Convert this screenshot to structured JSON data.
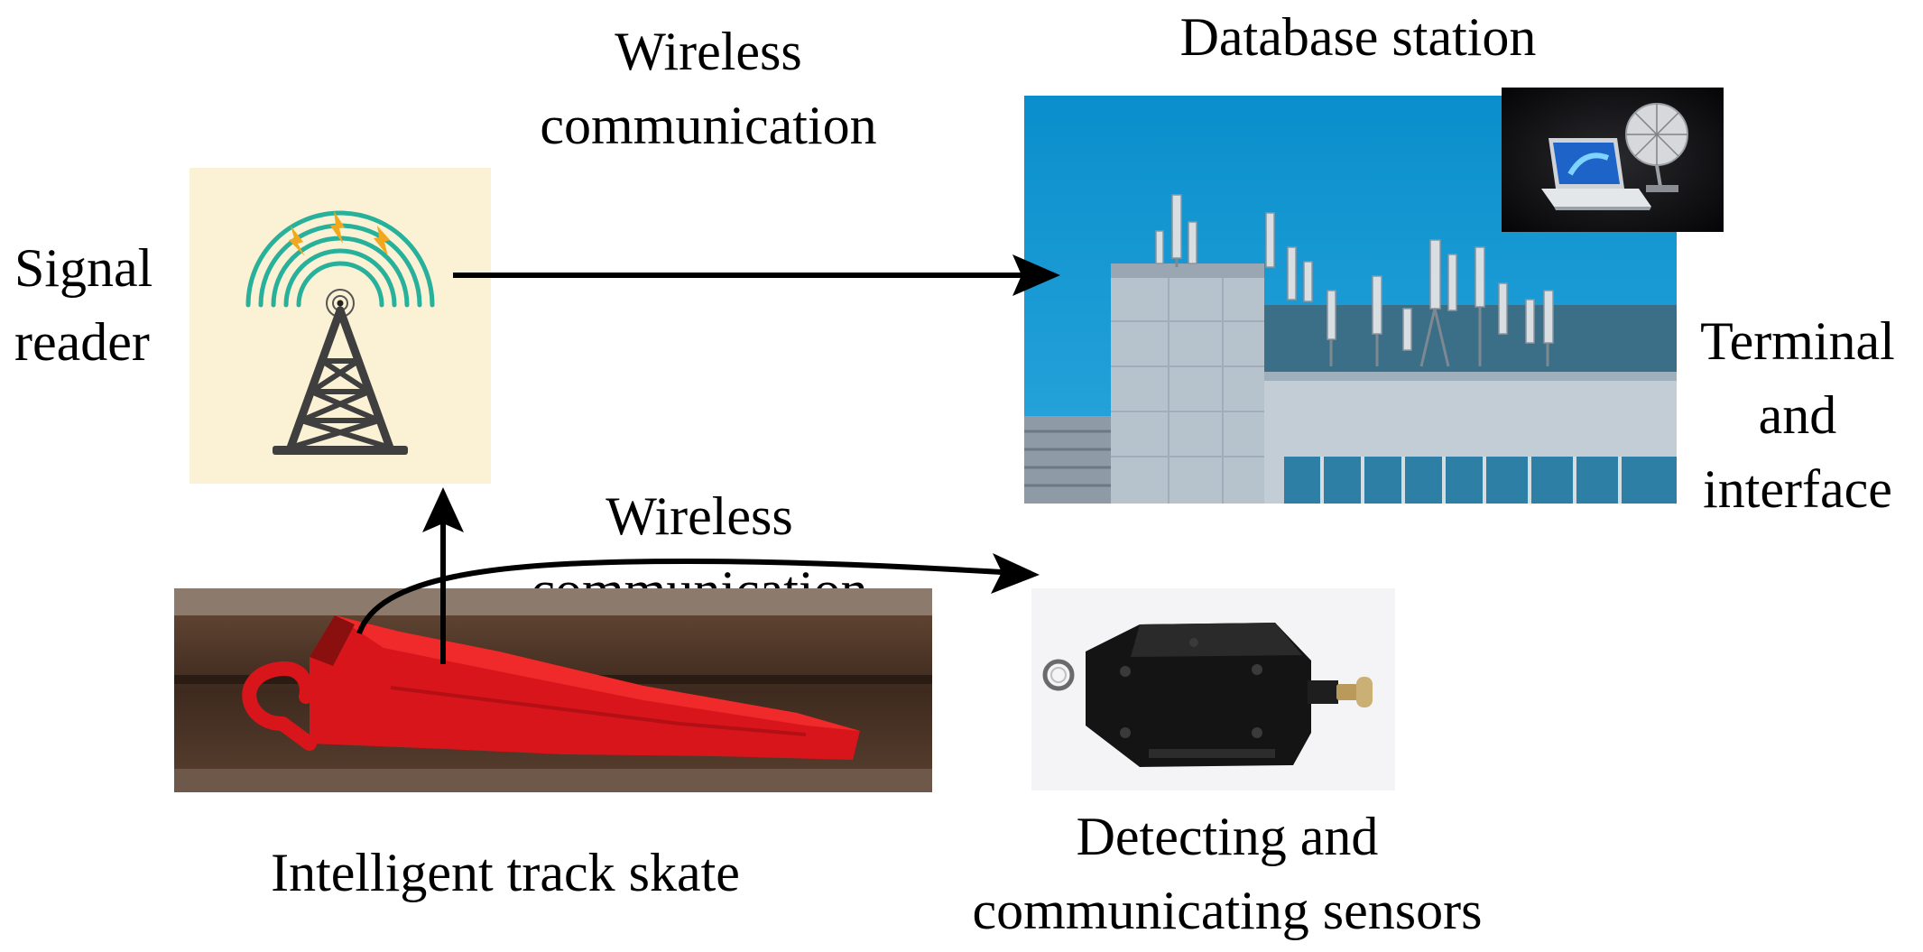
{
  "labels": {
    "wireless_top": [
      "Wireless",
      "communication"
    ],
    "database_station": "Database station",
    "signal_reader": [
      "Signal",
      "reader"
    ],
    "terminal_interface": [
      "Terminal",
      "and",
      "interface"
    ],
    "wireless_bottom": [
      "Wireless",
      "communication"
    ],
    "track_skate": "Intelligent track skate",
    "sensors": [
      "Detecting and",
      "communicating sensors"
    ]
  },
  "colors": {
    "sky": "#0a8fcc",
    "skate_red": "#d9151c",
    "rail_brown": "#4a3325",
    "tower": "#3f3f3f",
    "signal_arcs": "#27b19a",
    "bolt": "#f1a81d",
    "reader_bg": "#fbf1d4"
  },
  "icons": {
    "reader": "radio-tower-icon",
    "terminal": "laptop-satellite-icon"
  }
}
